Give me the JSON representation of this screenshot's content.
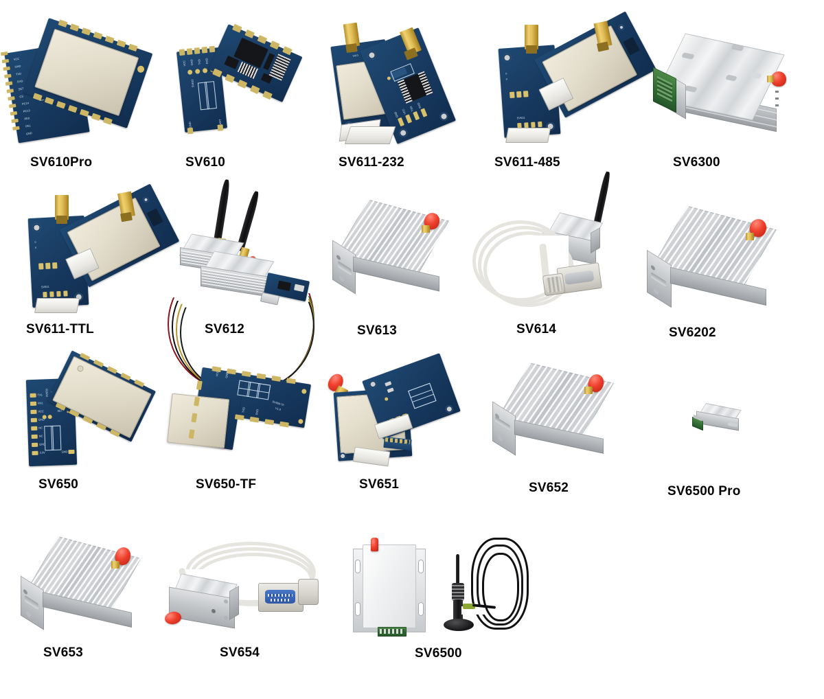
{
  "page": {
    "title": "Wireless RF Module Product Grid",
    "background_color": "#ffffff",
    "label_color": "#050505",
    "columns": 5,
    "rows": 4,
    "total_products": 18
  },
  "products": [
    {
      "id": "sv610pro",
      "label": "SV610Pro",
      "row": 1,
      "col": 1,
      "type": "pcb-module-pair",
      "accent_color": "#1b3f66"
    },
    {
      "id": "sv610",
      "label": "SV610",
      "row": 1,
      "col": 2,
      "type": "pcb-module-pair",
      "accent_color": "#1b3f66"
    },
    {
      "id": "sv611-232",
      "label": "SV611-232",
      "row": 1,
      "col": 3,
      "type": "pcb-sma-pair",
      "accent_color": "#1b3f66"
    },
    {
      "id": "sv611-485",
      "label": "SV611-485",
      "row": 1,
      "col": 4,
      "type": "pcb-sma-pair",
      "accent_color": "#1b3f66"
    },
    {
      "id": "sv6300",
      "label": "SV6300",
      "row": 1,
      "col": 5,
      "type": "alum-enclosure-term",
      "accent_color": "#d0d3d6"
    },
    {
      "id": "sv611-ttl",
      "label": "SV611-TTL",
      "row": 2,
      "col": 1,
      "type": "pcb-sma-pair",
      "accent_color": "#1b3f66"
    },
    {
      "id": "sv612",
      "label": "SV612",
      "row": 2,
      "col": 2,
      "type": "kit-antennas-wires",
      "accent_color": "#1b3f66"
    },
    {
      "id": "sv613",
      "label": "SV613",
      "row": 2,
      "col": 3,
      "type": "alum-enclosure-usb",
      "accent_color": "#d0d3d6"
    },
    {
      "id": "sv614",
      "label": "SV614",
      "row": 2,
      "col": 4,
      "type": "alum-cable-db9",
      "accent_color": "#d0d3d6"
    },
    {
      "id": "sv6202",
      "label": "SV6202",
      "row": 2,
      "col": 5,
      "type": "alum-enclosure-usb",
      "accent_color": "#d0d3d6"
    },
    {
      "id": "sv650",
      "label": "SV650",
      "row": 3,
      "col": 1,
      "type": "pcb-module-pair",
      "accent_color": "#1b3f66"
    },
    {
      "id": "sv650-tf",
      "label": "SV650-TF",
      "row": 3,
      "col": 2,
      "type": "pcb-tf-module",
      "accent_color": "#1b3f66"
    },
    {
      "id": "sv651",
      "label": "SV651",
      "row": 3,
      "col": 3,
      "type": "pcb-sma-pair",
      "accent_color": "#1b3f66"
    },
    {
      "id": "sv652",
      "label": "SV652",
      "row": 3,
      "col": 4,
      "type": "alum-enclosure-usb",
      "accent_color": "#d0d3d6"
    },
    {
      "id": "sv6500-pro",
      "label": "SV6500 Pro",
      "row": 3,
      "col": 5,
      "type": "alum-small-term",
      "accent_color": "#d0d3d6"
    },
    {
      "id": "sv653",
      "label": "SV653",
      "row": 4,
      "col": 1,
      "type": "alum-enclosure-usb",
      "accent_color": "#d0d3d6"
    },
    {
      "id": "sv654",
      "label": "SV654",
      "row": 4,
      "col": 2,
      "type": "alum-cable-db9",
      "accent_color": "#d0d3d6"
    },
    {
      "id": "sv6500",
      "label": "SV6500",
      "row": 4,
      "col": 3,
      "type": "wall-box-antenna",
      "accent_color": "#d0d3d6"
    }
  ],
  "pcb_silkscreen": {
    "sv610pro_pins": [
      "VCC",
      "GND",
      "TXD",
      "RXD",
      "SET",
      "CS",
      "PC14",
      "PC13",
      "PE0",
      "PE1",
      "GND"
    ],
    "sv610_pins": [
      "VCC",
      "GND",
      "TXD",
      "RXD",
      "SET",
      "CS"
    ],
    "sv610_marks": [
      "SV610",
      "GND",
      "ANT"
    ],
    "sv650_marks": [
      "SV650",
      "V2.0",
      "GND",
      "ANT",
      "VCC",
      "TX",
      "RX"
    ],
    "sv650tf_marks": [
      "SV650-TF",
      "V1.0"
    ],
    "sv611_marks": [
      "SV611",
      "V4.0"
    ]
  }
}
